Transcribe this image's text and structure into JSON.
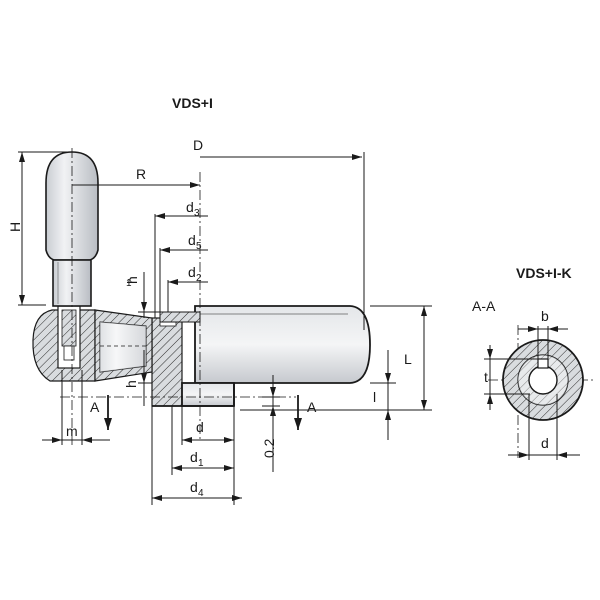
{
  "titles": {
    "main_view": "VDS+I",
    "section_view": "VDS+I-K",
    "section_name": "A-A"
  },
  "dimensions": {
    "D": "D",
    "R": "R",
    "H": "H",
    "d3": "d",
    "d3_sub": "3",
    "d5": "d",
    "d5_sub": "5",
    "d2": "d",
    "d2_sub": "2",
    "h1": "h",
    "h1_sub": "1",
    "h": "h",
    "L": "L",
    "l": "l",
    "m": "m",
    "d": "d",
    "d1": "d",
    "d1_sub": "1",
    "d4": "d",
    "d4_sub": "4",
    "offset": "0.2",
    "section_b": "b",
    "section_t": "t",
    "section_d": "d"
  },
  "section_markers": {
    "left": "A",
    "right": "A"
  }
}
